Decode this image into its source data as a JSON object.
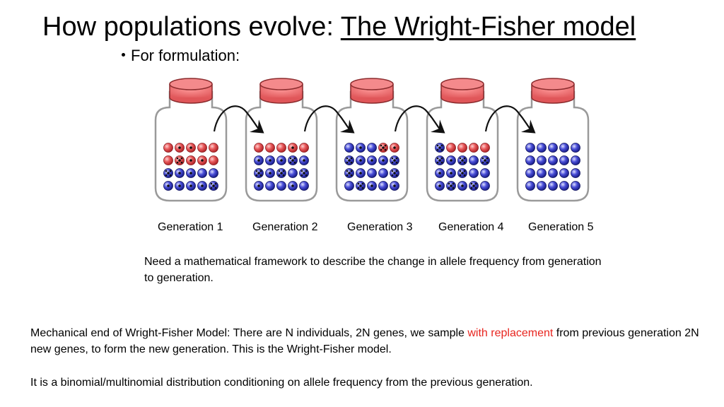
{
  "title": {
    "main": "How populations evolve: ",
    "underlined": "The Wright-Fisher model"
  },
  "bullet": "For formulation:",
  "generations": [
    "Generation 1",
    "Generation 2",
    "Generation 3",
    "Generation 4",
    "Generation 5"
  ],
  "jars": [
    {
      "rows": [
        [
          "R",
          "Rd",
          "Rd",
          "R",
          "R"
        ],
        [
          "R",
          "Rx",
          "Rd",
          "Rd",
          "R"
        ],
        [
          "Bx",
          "Bd",
          "Bd",
          "B",
          "B"
        ],
        [
          "Bd",
          "Bd",
          "Bd",
          "Bd",
          "Bx"
        ]
      ]
    },
    {
      "rows": [
        [
          "R",
          "R",
          "R",
          "Rd",
          "R"
        ],
        [
          "Bd",
          "Bd",
          "Bd",
          "Bx",
          "Bd"
        ],
        [
          "Bx",
          "Bd",
          "Bx",
          "B",
          "Bx"
        ],
        [
          "Bd",
          "B",
          "B",
          "Bd",
          "B"
        ]
      ]
    },
    {
      "rows": [
        [
          "B",
          "Bd",
          "B",
          "Rx",
          "Rd"
        ],
        [
          "Bx",
          "Bd",
          "Bd",
          "Bd",
          "Bx"
        ],
        [
          "Bx",
          "Bd",
          "B",
          "B",
          "Bx"
        ],
        [
          "B",
          "Bx",
          "Bd",
          "B",
          "Bd"
        ]
      ]
    },
    {
      "rows": [
        [
          "Bx",
          "R",
          "R",
          "R",
          "R"
        ],
        [
          "Bx",
          "Bd",
          "Bx",
          "B",
          "Bx"
        ],
        [
          "Bd",
          "Bd",
          "Bx",
          "B",
          "B"
        ],
        [
          "Bd",
          "Bx",
          "Bd",
          "Bx",
          "B"
        ]
      ]
    },
    {
      "rows": [
        [
          "B",
          "B",
          "B",
          "B",
          "B"
        ],
        [
          "B",
          "B",
          "B",
          "B",
          "B"
        ],
        [
          "B",
          "B",
          "B",
          "B",
          "B"
        ],
        [
          "B",
          "B",
          "B",
          "B",
          "B"
        ]
      ]
    }
  ],
  "colors": {
    "red_allele": "#e8595b",
    "blue_allele": "#4a4fd8",
    "cap": "#f4787a",
    "jar_outline": "#9a9a9a"
  },
  "para1": "Need a mathematical framework to describe the change in allele frequency from generation to generation.",
  "para2": {
    "before": "Mechanical end of Wright-Fisher Model: There are N individuals, 2N genes, we sample ",
    "highlight": "with replacement",
    "after": " from previous generation 2N new genes, to form the new generation.  This is the Wright-Fisher model."
  },
  "para3": "It is a binomial/multinomial distribution conditioning on allele frequency from the previous generation."
}
